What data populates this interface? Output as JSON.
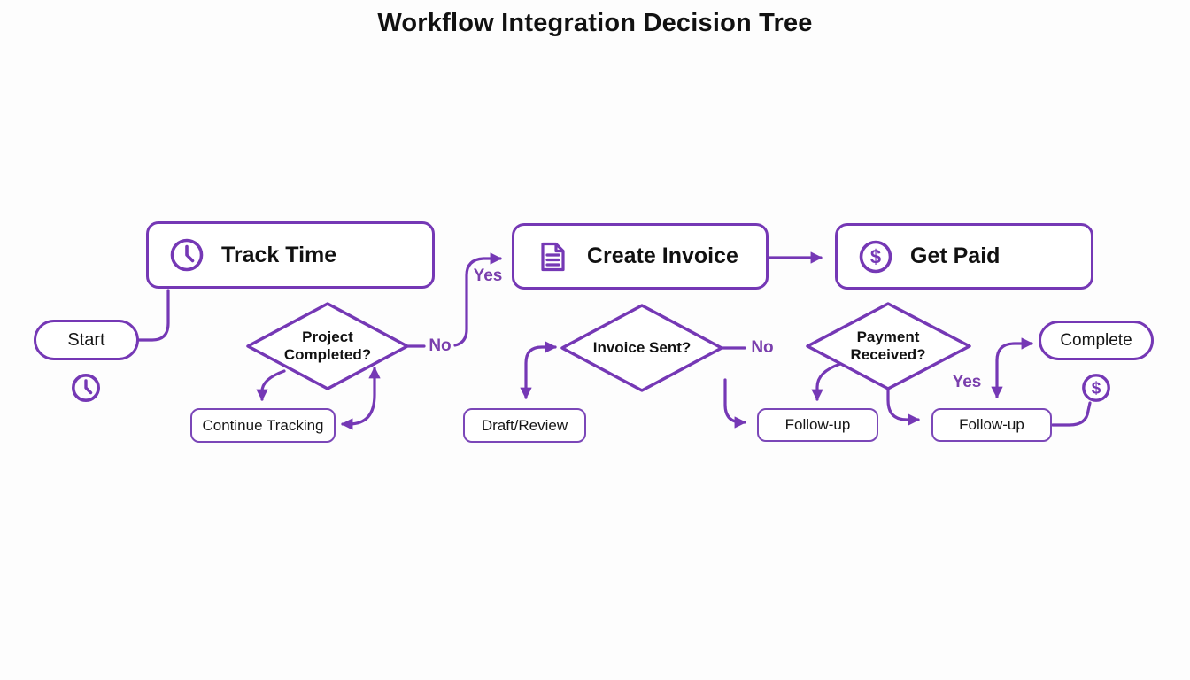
{
  "title": "Workflow Integration Decision Tree",
  "colors": {
    "stroke_purple": "#7538b5",
    "label_purple": "#7a3fad",
    "text_black": "#111111",
    "background": "#fdfdfd"
  },
  "icons": {
    "track_time": "clock-icon",
    "create_invoice": "document-icon",
    "get_paid": "dollar-circle-icon",
    "under_start": "clock-badge-icon",
    "under_complete": "dollar-badge-icon"
  },
  "glyphs": {
    "dollar": "$"
  },
  "nodes": {
    "start": {
      "label": "Start",
      "type": "terminator"
    },
    "track_time": {
      "label": "Track Time",
      "type": "process"
    },
    "create_invoice": {
      "label": "Create Invoice",
      "type": "process"
    },
    "get_paid": {
      "label": "Get Paid",
      "type": "process"
    },
    "project_completed": {
      "label": "Project Completed?",
      "type": "decision"
    },
    "invoice_sent": {
      "label": "Invoice Sent?",
      "type": "decision"
    },
    "payment_received": {
      "label": "Payment Received?",
      "type": "decision"
    },
    "continue_tracking": {
      "label": "Continue Tracking",
      "type": "action"
    },
    "draft_review": {
      "label": "Draft/Review",
      "type": "action"
    },
    "follow_up_invoice": {
      "label": "Follow-up",
      "type": "action"
    },
    "follow_up_payment": {
      "label": "Follow-up",
      "type": "action"
    },
    "complete": {
      "label": "Complete",
      "type": "terminator"
    }
  },
  "edge_labels": {
    "project_yes": "Yes",
    "project_no": "No",
    "invoice_no": "No",
    "payment_yes": "Yes"
  }
}
